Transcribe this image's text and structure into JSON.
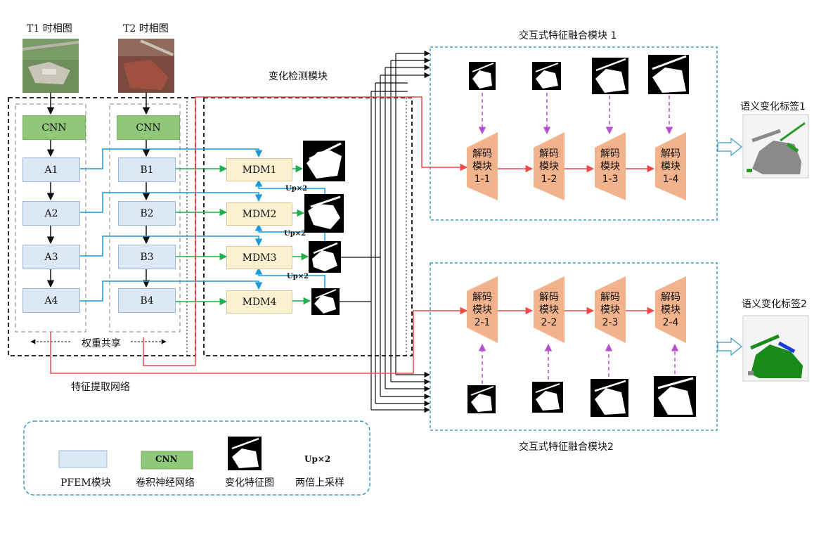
{
  "inputs": {
    "t1": "T1 时相图",
    "t2": "T2 时相图"
  },
  "feature_net": {
    "cnn": "CNN",
    "a": [
      "A1",
      "A2",
      "A3",
      "A4"
    ],
    "b": [
      "B1",
      "B2",
      "B3",
      "B4"
    ],
    "weight_share": "权重共享",
    "title": "特征提取网络"
  },
  "change_module": {
    "title": "变化检测模块",
    "mdm": [
      "MDM1",
      "MDM2",
      "MDM3",
      "MDM4"
    ],
    "up": "Up×2"
  },
  "fusion1": {
    "title": "交互式特征融合模块 1",
    "decoders": [
      [
        "解码",
        "模块",
        "1-1"
      ],
      [
        "解码",
        "模块",
        "1-2"
      ],
      [
        "解码",
        "模块",
        "1-3"
      ],
      [
        "解码",
        "模块",
        "1-4"
      ]
    ]
  },
  "fusion2": {
    "title": "交互式特征融合模块2",
    "decoders": [
      [
        "解码",
        "模块",
        "2-1"
      ],
      [
        "解码",
        "模块",
        "2-2"
      ],
      [
        "解码",
        "模块",
        "2-3"
      ],
      [
        "解码",
        "模块",
        "2-4"
      ]
    ]
  },
  "outputs": {
    "label1": "语义变化标签1",
    "label2": "语义变化标签2"
  },
  "legend": {
    "pfem": "PFEM模块",
    "cnn_box": "CNN",
    "cnn": "卷积神经网络",
    "change_map": "变化特征图",
    "up_box": "Up×2",
    "up": "两倍上采样"
  },
  "colors": {
    "pfem_fill": "#dce8f5",
    "cnn_fill": "#8fc87a",
    "mdm_fill": "#fbf0cf",
    "decoder_fill": "#f2b28c",
    "arrow_red": "#f04848",
    "arrow_green": "#1fae4b",
    "arrow_blue": "#1a9ad6",
    "arrow_purple": "#b84fd1",
    "frame_cyan": "#3a9dc0"
  }
}
